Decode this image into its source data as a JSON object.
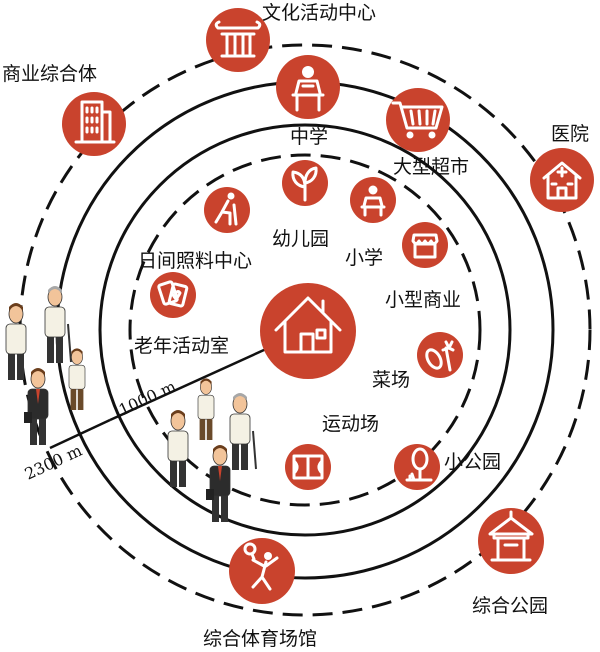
{
  "center": {
    "icon": "house-icon"
  },
  "distances": {
    "inner": "1000 m",
    "outer": "2300 m"
  },
  "facilities_inner": [
    {
      "id": "daycare",
      "label": "日间照料中心",
      "icon": "elderly-walker-icon"
    },
    {
      "id": "kindergarten",
      "label": "幼儿园",
      "icon": "sprout-icon"
    },
    {
      "id": "primary",
      "label": "小学",
      "icon": "student-desk-icon"
    },
    {
      "id": "small-shops",
      "label": "小型商业",
      "icon": "shop-awning-icon"
    },
    {
      "id": "market",
      "label": "菜场",
      "icon": "vegetables-icon"
    },
    {
      "id": "small-park",
      "label": "小公园",
      "icon": "tree-icon"
    },
    {
      "id": "sports-field",
      "label": "运动场",
      "icon": "court-icon"
    },
    {
      "id": "elderly-room",
      "label": "老年活动室",
      "icon": "cards-icon"
    }
  ],
  "facilities_outer": [
    {
      "id": "culture",
      "label": "文化活动中心",
      "icon": "column-icon"
    },
    {
      "id": "middle",
      "label": "中学",
      "icon": "student-desk-icon"
    },
    {
      "id": "supermarket",
      "label": "大型超市",
      "icon": "shopping-cart-icon"
    },
    {
      "id": "hospital",
      "label": "医院",
      "icon": "hospital-icon"
    },
    {
      "id": "park",
      "label": "综合公园",
      "icon": "pavilion-icon"
    },
    {
      "id": "stadium",
      "label": "综合体育场馆",
      "icon": "athlete-icon"
    },
    {
      "id": "mall",
      "label": "商业综合体",
      "icon": "building-icon"
    }
  ],
  "colors": {
    "accent": "#c9432d",
    "ring": "#111111",
    "shirt": "#f4f1e4",
    "suit": "#2c2c2c",
    "skin": "#f2c49a",
    "hair": "#6b3e1c",
    "elder_hair": "#a7a7a7"
  }
}
